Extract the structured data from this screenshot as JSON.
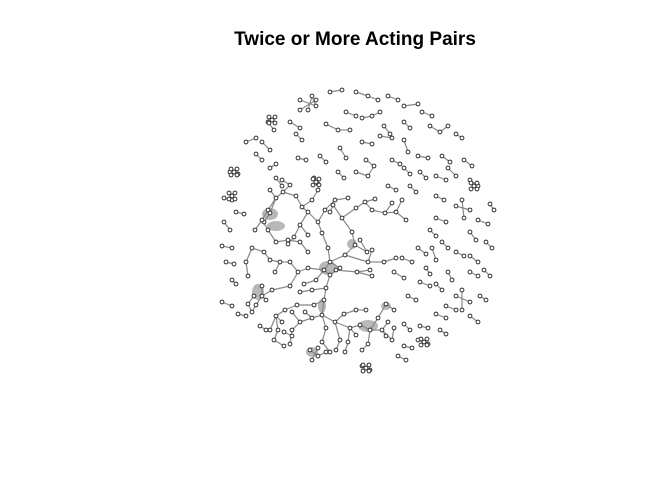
{
  "chart": {
    "title": "Twice or More Acting Pairs"
  },
  "chart_data": {
    "type": "network",
    "title": "Twice or More Acting Pairs",
    "node_color": "#333333",
    "edge_color": "#888888",
    "background": "#ffffff"
  }
}
